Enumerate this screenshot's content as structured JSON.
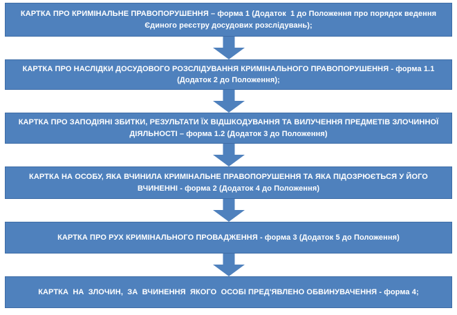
{
  "colors": {
    "box_fill": "#4f81bd",
    "box_border": "#3e6ca6",
    "arrow_fill": "#4f81bd",
    "text": "#ffffff",
    "background": "#ffffff"
  },
  "flow": {
    "boxes": [
      {
        "text": "КАРТКА ПРО КРИМІНАЛЬНЕ ПРАВОПОРУШЕННЯ – форма 1 (Додаток  1 до Положення про порядок ведення Єдиного реєстру досудових розслідувань);"
      },
      {
        "text": "КАРТКА ПРО НАСЛІДКИ ДОСУДОВОГО РОЗСЛІДУВАННЯ КРИМІНАЛЬНОГО ПРАВОПОРУШЕННЯ - форма 1.1 (Додаток 2 до Положення);"
      },
      {
        "text": "КАРТКА ПРО ЗАПОДІЯНІ ЗБИТКИ, РЕЗУЛЬТАТИ ЇХ ВІДШКОДУВАННЯ ТА ВИЛУЧЕННЯ ПРЕДМЕТІВ ЗЛОЧИННОЇ ДІЯЛЬНОСТІ – форма 1.2 (Додаток 3 до Положення)"
      },
      {
        "text": "КАРТКА НА ОСОБУ, ЯКА ВЧИНИЛА КРИМІНАЛЬНЕ ПРАВОПОРУШЕННЯ ТА ЯКА ПІДОЗРЮЄТЬСЯ У ЙОГО ВЧИНЕННІ - форма 2 (Додаток 4 до Положення)"
      },
      {
        "text": "КАРТКА ПРО РУХ КРИМІНАЛЬНОГО ПРОВАДЖЕННЯ - форма 3 (Додаток 5 до Положення)"
      },
      {
        "text": "КАРТКА  НА  ЗЛОЧИН,  ЗА  ВЧИНЕННЯ  ЯКОГО  ОСОБІ ПРЕД'ЯВЛЕНО ОБВИНУВАЧЕННЯ - форма 4;"
      }
    ]
  }
}
